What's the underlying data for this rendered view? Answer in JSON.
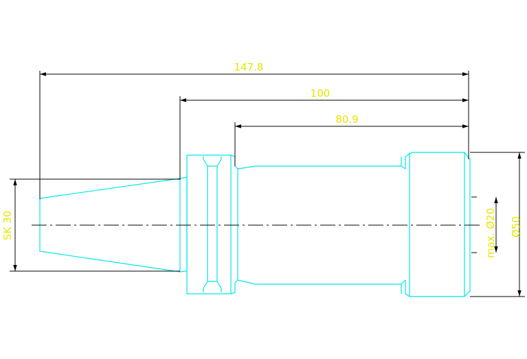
{
  "colors": {
    "background": "#ffffff",
    "part_outline": "#00e5e5",
    "dimension_lines": "#000000",
    "dimension_text": "#e6e600"
  },
  "dimensions": {
    "overall_length": "147.8",
    "length_from_flange": "100",
    "shank_length": "80.9",
    "taper": "SK 30",
    "max_clamp_diameter": "max. Ø20",
    "outer_diameter": "Ø50"
  }
}
